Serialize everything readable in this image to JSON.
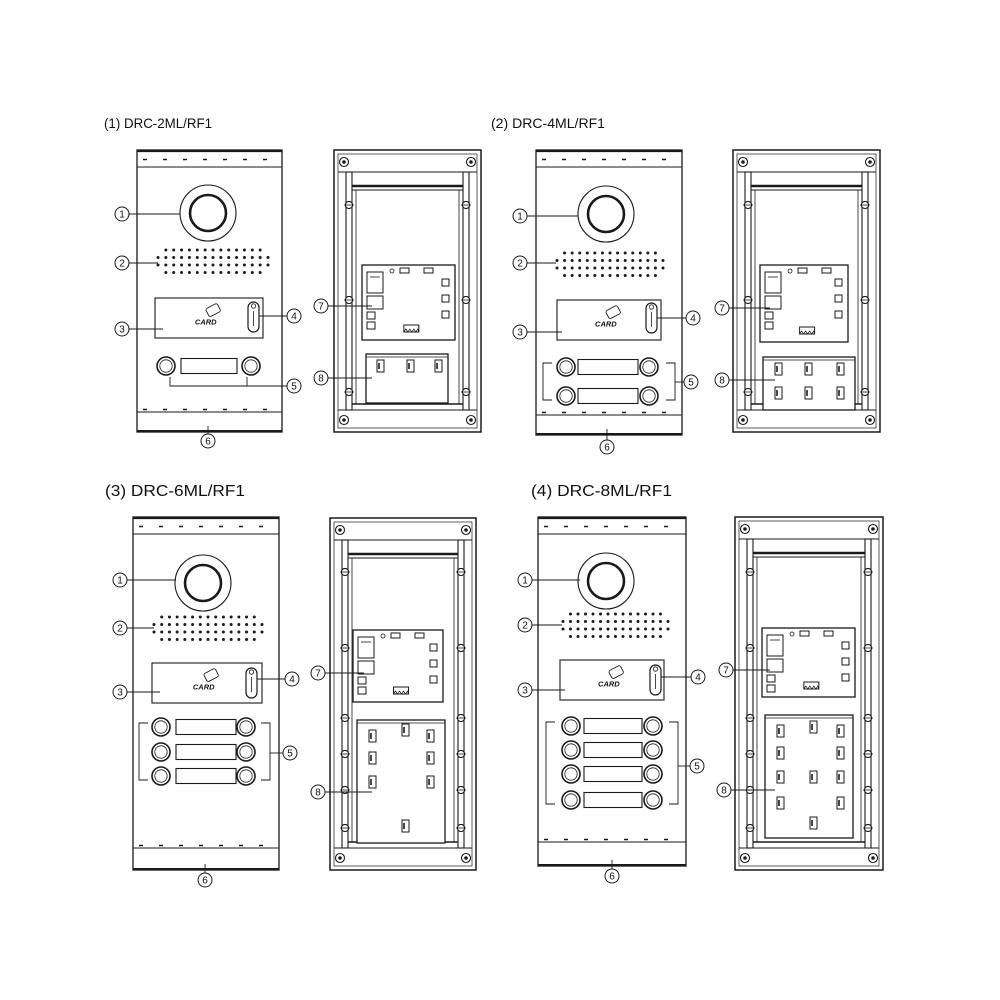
{
  "figures": [
    {
      "title": "(1) DRC-2ML/RF1"
    },
    {
      "title": "(2) DRC-4ML/RF1"
    },
    {
      "title": "(3) DRC-6ML/RF1"
    },
    {
      "title": "(4) DRC-8ML/RF1"
    }
  ],
  "card_label": "CARD",
  "callout_numbers": [
    "1",
    "2",
    "3",
    "4",
    "5",
    "6",
    "7",
    "8"
  ],
  "colors": {
    "ink": "#1a1a1a",
    "background": "#ffffff"
  }
}
